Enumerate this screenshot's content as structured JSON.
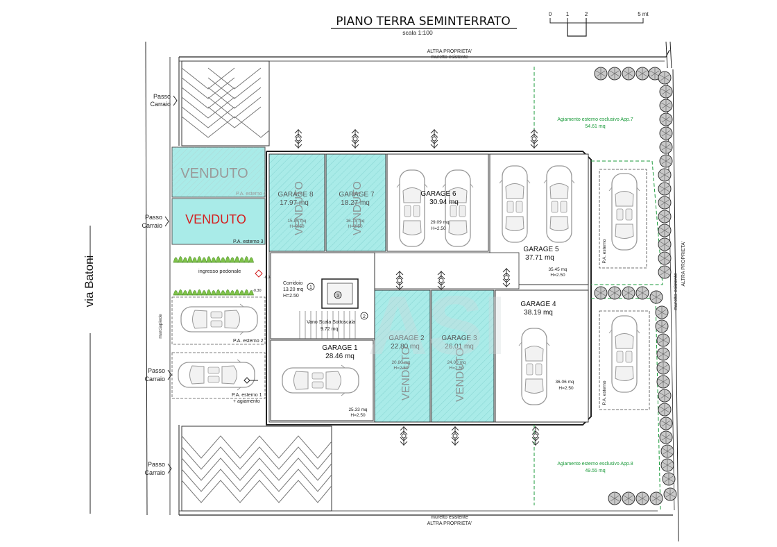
{
  "header": {
    "title": "PIANO TERRA SEMINTERRATO",
    "scale_text": "scala 1:100",
    "scale_ticks": [
      "0",
      "1",
      "2",
      "5 mt"
    ]
  },
  "boundaries": {
    "top_owner": "ALTRA PROPRIETA'",
    "top_wall": "muretto esistente",
    "bottom_wall": "muretto esistente",
    "bottom_owner": "ALTRA PROPRIETA'",
    "right_wall": "muretto esistente",
    "right_owner": "ALTRA PROPRIETA'"
  },
  "street": {
    "name": "via Batoni",
    "sidewalk": "marciapiede"
  },
  "passages": [
    {
      "line1": "Passo",
      "line2": "Carraio"
    },
    {
      "line1": "Passo",
      "line2": "Carraio"
    },
    {
      "line1": "Passo",
      "line2": "Carraio"
    },
    {
      "line1": "Passo",
      "line2": "Carraio"
    }
  ],
  "sold_label": "VENDUTO",
  "outdoor_spaces": {
    "pa4": "P.A. esterno 4",
    "pa3": "P.A. esterno 3",
    "pa2": "P.A. esterno 2",
    "pa1": "P.A. esterno 1",
    "pa1_extra": "+ agiamento",
    "pa_right": "P.A. esterno",
    "ingress": "ingresso pedonale",
    "level_a": "-0.30",
    "level_b": "-0.30",
    "garden7_title": "Agiamento esterno  esclusivo App.7",
    "garden7_area": "54.61 mq",
    "garden8_title": "Agiamento esterno  esclusivo App.8",
    "garden8_area": "49.55 mq"
  },
  "garages": {
    "g8": {
      "name": "GARAGE 8",
      "area": "17.97 mq",
      "net": "15.86 mq",
      "height": "H=2.50"
    },
    "g7": {
      "name": "GARAGE 7",
      "area": "18.27 mq",
      "net": "16.15 mq",
      "height": "H=2.50"
    },
    "g6": {
      "name": "GARAGE 6",
      "area": "30.94 mq",
      "net": "29.09 mq",
      "height": "H=2.50"
    },
    "g5": {
      "name": "GARAGE 5",
      "area": "37.71 mq",
      "net": "35.45 mq",
      "height": "H=2.50"
    },
    "g4": {
      "name": "GARAGE 4",
      "area": "38.19 mq",
      "net": "36.06 mq",
      "height": "H=2.50"
    },
    "g3": {
      "name": "GARAGE 3",
      "area": "26.01 mq",
      "net": "24.00 mq",
      "height": "H=2.50"
    },
    "g2": {
      "name": "GARAGE 2",
      "area": "22.80 mq",
      "net": "20.80 mq",
      "height": "H=2.50"
    },
    "g1": {
      "name": "GARAGE 1",
      "area": "28.46 mq",
      "net": "25.33 mq",
      "height": "H=2.50"
    }
  },
  "common": {
    "corridor": "Corridoio",
    "corridor_area": "13.20 mq",
    "corridor_height": "H=2.50",
    "stair": "Vano Scala Sottoscala",
    "stair_area": "9.72 mq",
    "marker1": "1",
    "marker2": "2",
    "marker3": "3"
  },
  "watermark": "ASI",
  "colors": {
    "garage_fill": "#a9ebe8",
    "sold_gray": "#9a9a9a",
    "sold_red": "#d42020",
    "boundary_green": "#1a9a3a",
    "hedge": "#7fc24a",
    "line": "#222222"
  }
}
